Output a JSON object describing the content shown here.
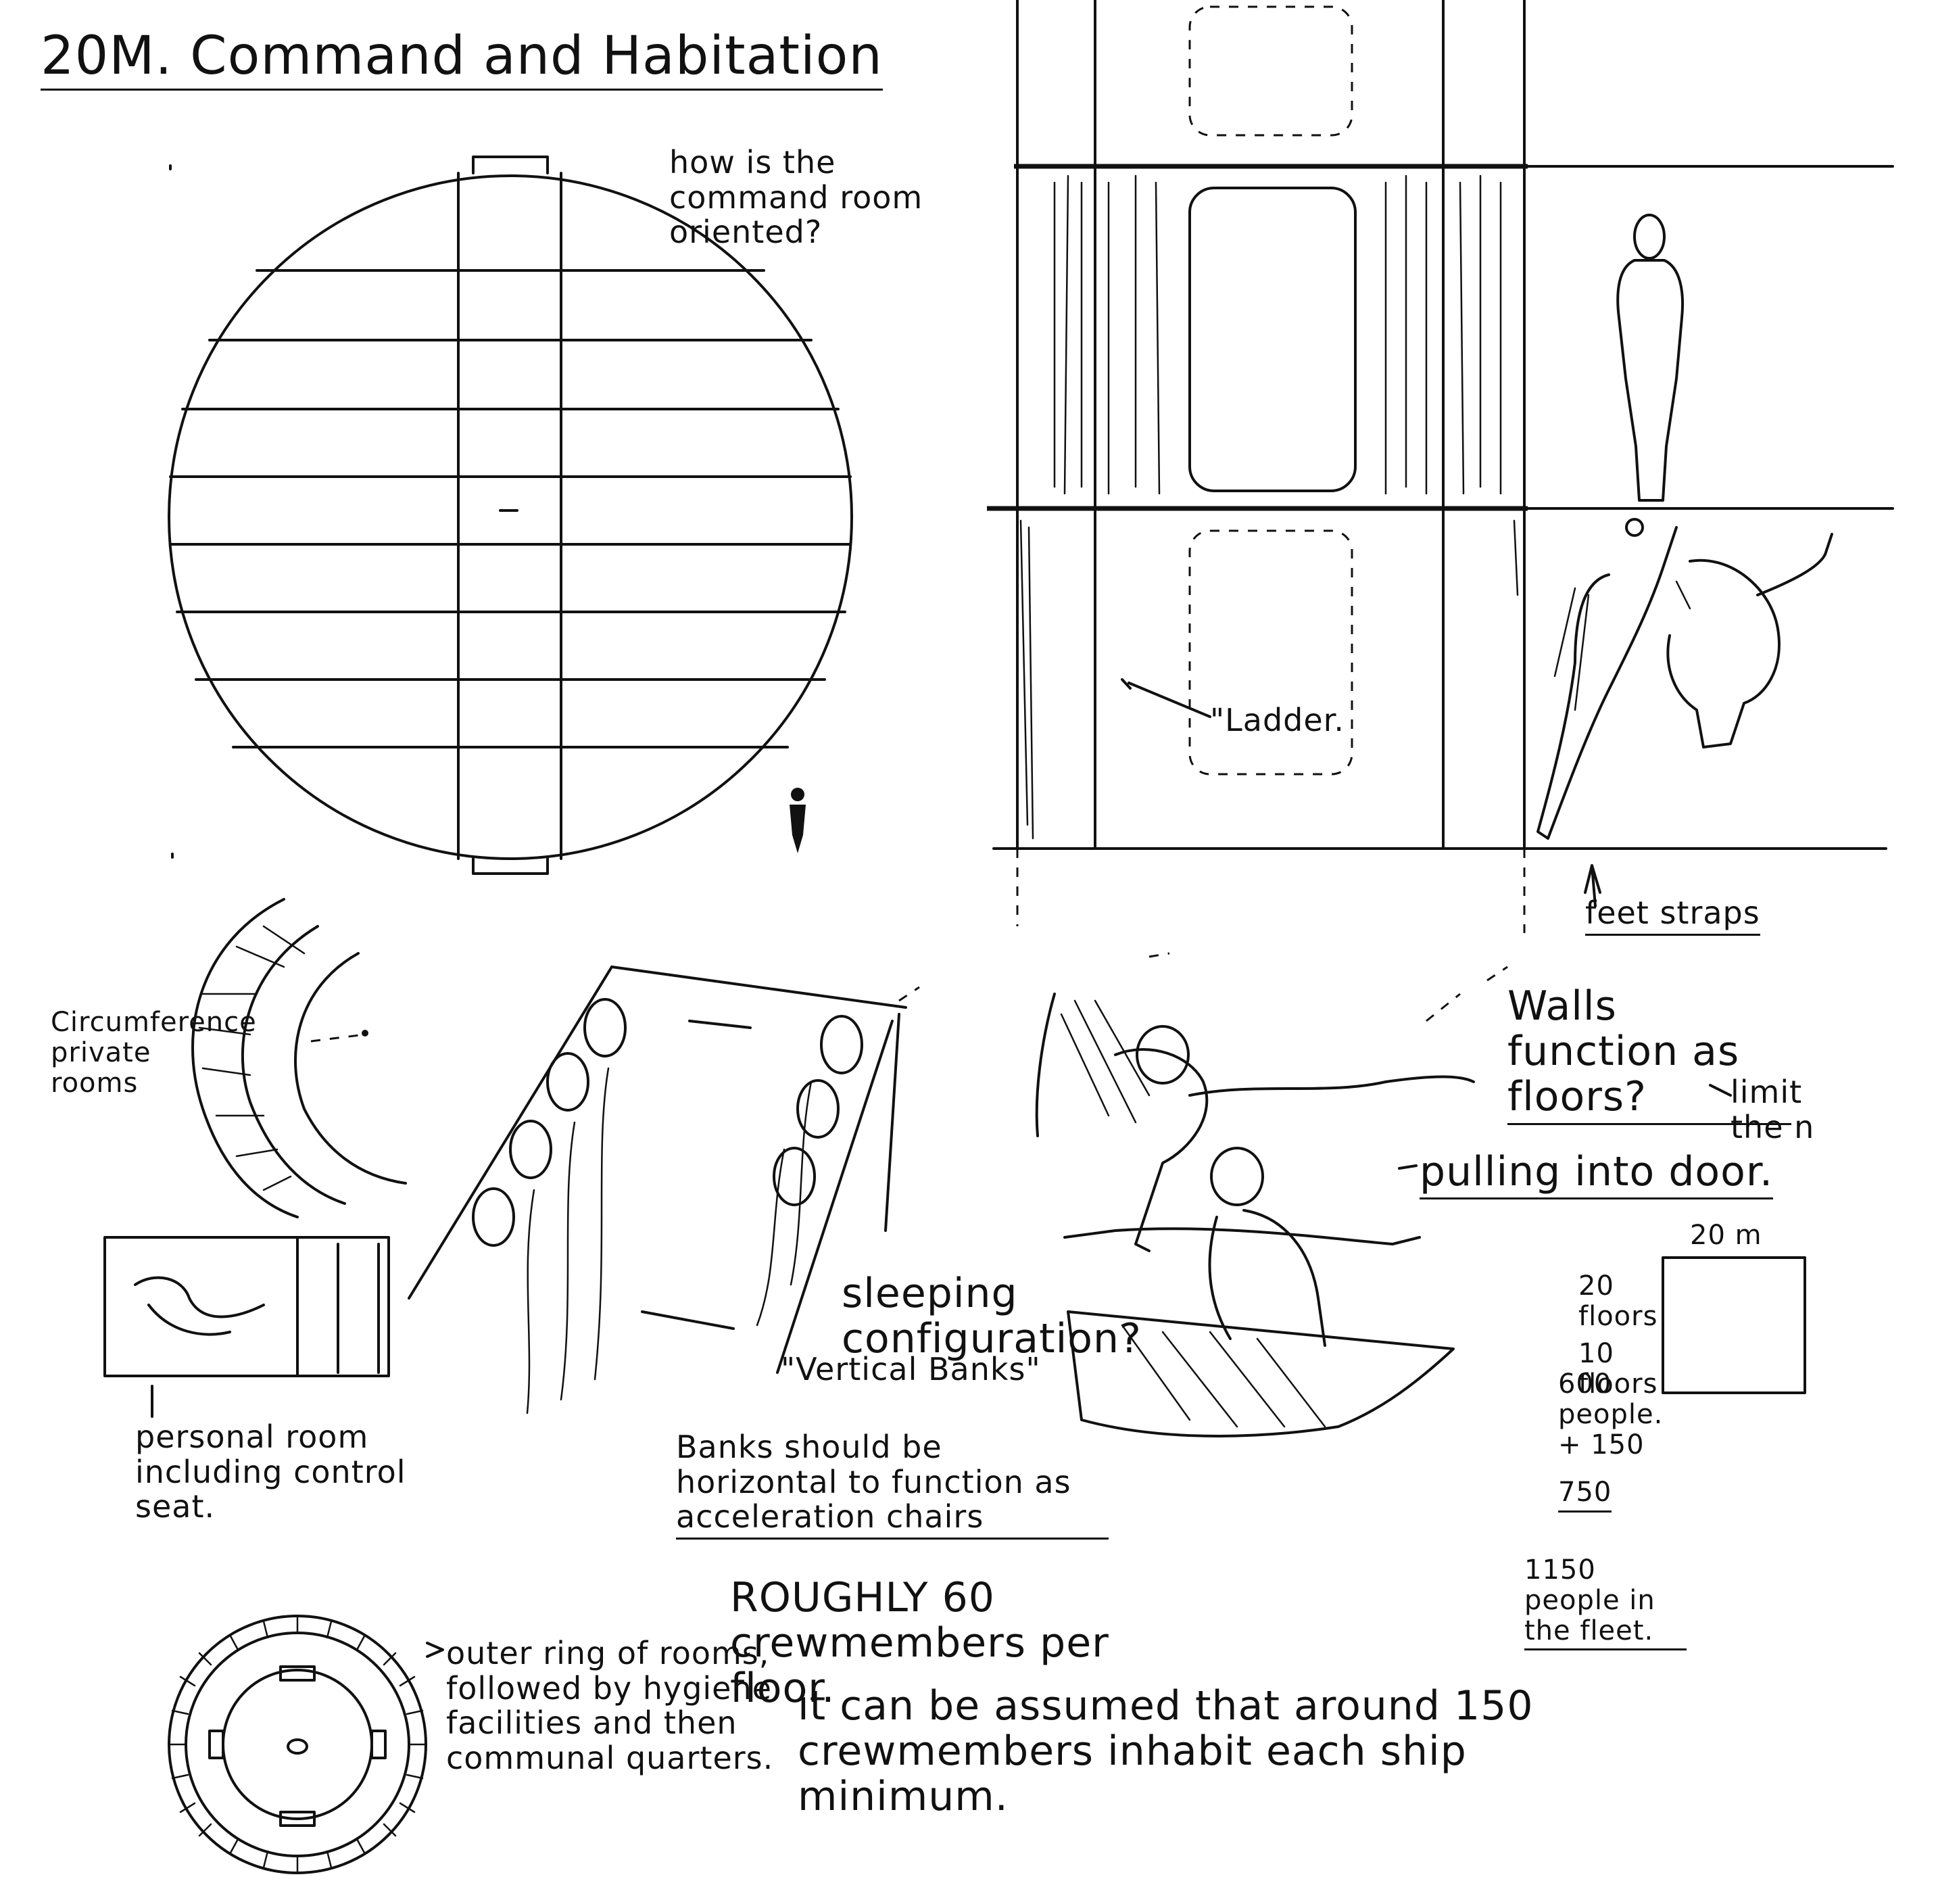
{
  "sheet": {
    "title": "20M. Command and Habitation"
  },
  "notes": {
    "command_room_q": "how is the command room oriented?",
    "ladder": "\"Ladder.",
    "feet_straps": "feet straps",
    "circumference": "Circumference private rooms",
    "personal_room": "personal room including control seat.",
    "sleeping": "sleeping configuration?",
    "vertical_banks": "\"Vertical Banks\"",
    "banks_horizontal": "Banks should be horizontal to function as acceleration chairs",
    "walls_floors": "Walls function as floors?",
    "limit": "limit the n",
    "pulling_door": "pulling into door.",
    "dim_20": "20 m",
    "dim_height": "20 floors",
    "count_floors": "10 floors",
    "count_people": "600 people. + 150",
    "count_total": "750",
    "fleet": "1150 people in the fleet.",
    "roughly": "ROUGHLY 60 crewmembers per floor.",
    "assumed": "it can be assumed that around 150 crewmembers inhabit each ship minimum.",
    "outer_ring": "outer ring of rooms, followed by hygiene facilities and then communal quarters."
  },
  "icons": {
    "human_figure": "standing-human-silhouette",
    "scale_figure": "small-human-scale-icon"
  }
}
